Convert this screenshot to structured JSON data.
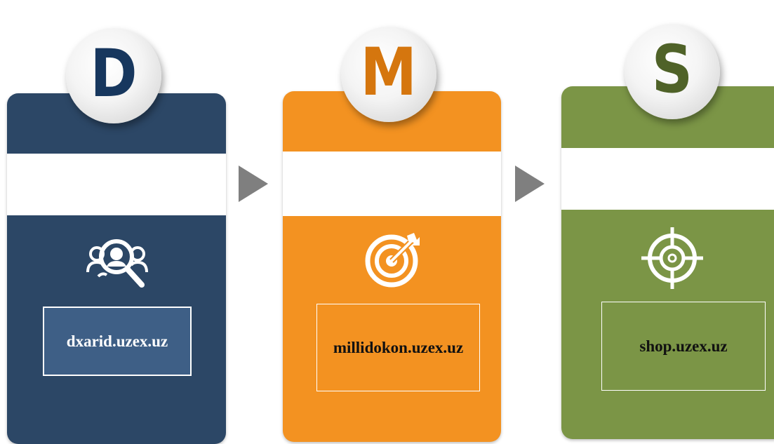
{
  "steps": [
    {
      "letter": "D",
      "url": "dxarid.uzex.uz",
      "icon": "people-search-icon",
      "card_color": "#2c4766",
      "letter_color": "#17375e",
      "box_fill": "#3e5f86"
    },
    {
      "letter": "M",
      "url": "millidokon.uzex.uz",
      "icon": "dart-target-icon",
      "card_color": "#f39221",
      "letter_color": "#d5760e",
      "box_fill": "#f39221"
    },
    {
      "letter": "S",
      "url": "shop.uzex.uz",
      "icon": "crosshair-target-icon",
      "card_color": "#7b9546",
      "letter_color": "#4f6228",
      "box_fill": "#7b9546"
    }
  ]
}
